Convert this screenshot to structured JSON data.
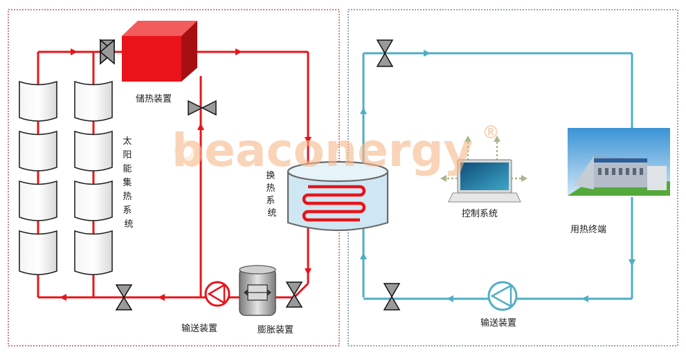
{
  "labels": {
    "storage": "储热装置",
    "collector": [
      "太",
      "阳",
      "能",
      "集",
      "热",
      "系",
      "统"
    ],
    "exchanger": [
      "换",
      "热",
      "系",
      "统"
    ],
    "pump_left": "输送装置",
    "expansion": "膨胀装置",
    "control": "控制系统",
    "end_use": "用热终端",
    "pump_right": "输送装置"
  },
  "watermark": {
    "text": "beaconergy",
    "mark": "®"
  },
  "colors": {
    "hot_loop": "#e8141a",
    "cold_loop": "#4faec4",
    "left_border": "#c0282d",
    "right_border": "#4a6d86",
    "watermark": "#f6b98a"
  },
  "icons": {
    "valve": "bowtie-valve-icon",
    "pump": "pump-icon",
    "expansion": "expansion-tank-icon",
    "laptop": "laptop-icon",
    "building": "factory-building-icon"
  }
}
